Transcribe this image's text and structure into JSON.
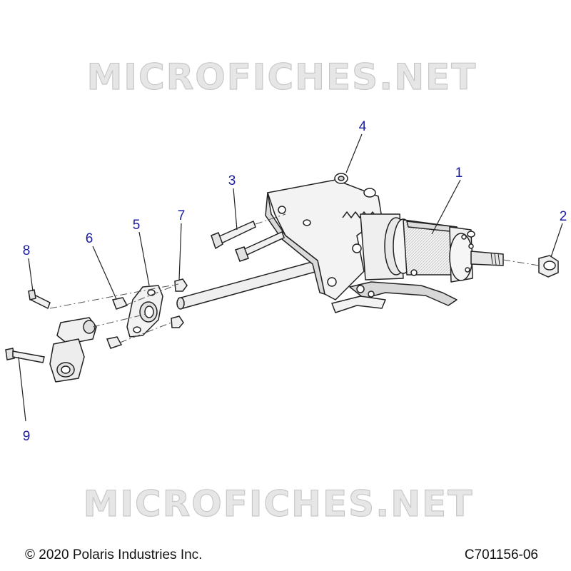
{
  "watermark": {
    "top": "MICROFICHES.NET",
    "bottom": "MICROFICHES.NET"
  },
  "callouts": {
    "c1": "1",
    "c2": "2",
    "c3": "3",
    "c4": "4",
    "c5": "5",
    "c6": "6",
    "c7": "7",
    "c8": "8",
    "c9": "9"
  },
  "footer": {
    "copyright": "© 2020 Polaris Industries Inc.",
    "drawing_number": "C701156-06"
  },
  "colors": {
    "callout": "#1a1aa0",
    "line": "#222222",
    "part_fill": "#f2f2f2",
    "shade": "#c9c9c9"
  }
}
